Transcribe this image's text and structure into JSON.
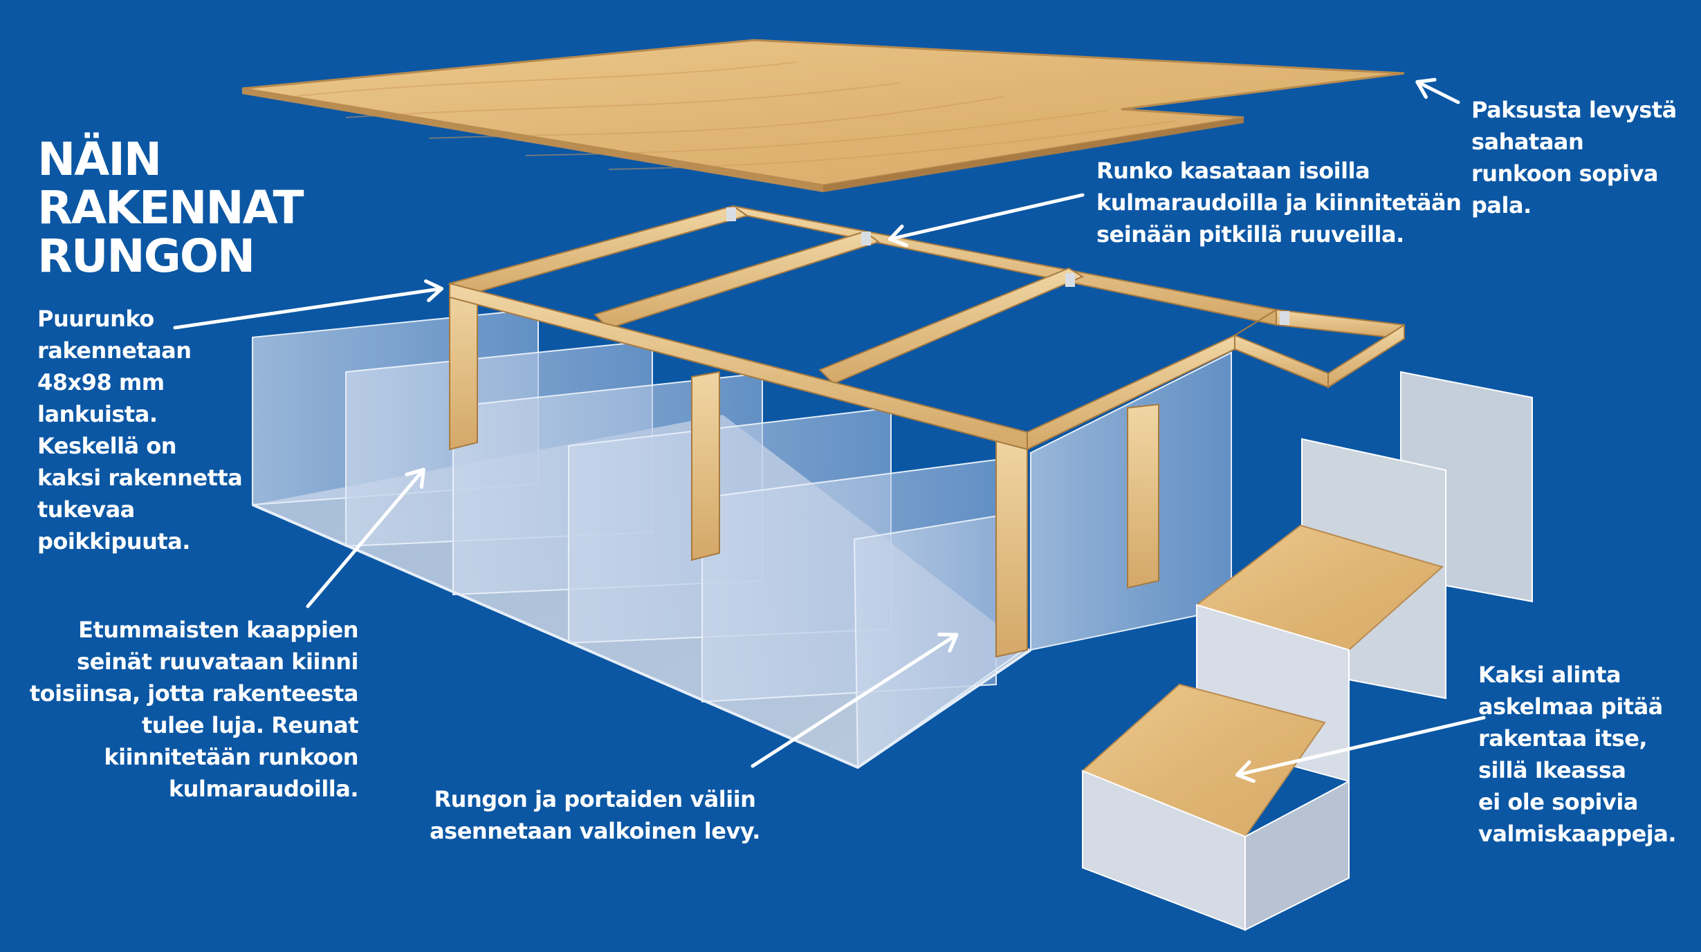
{
  "title": {
    "lines": [
      "NÄIN",
      "RAKENNAT",
      "RUNGON"
    ]
  },
  "callouts": {
    "paksusta": [
      "Paksusta levystä",
      "sahataan",
      "runkoon sopiva",
      "pala."
    ],
    "runko_kasataan": [
      "Runko kasataan isoilla",
      "kulmaraudoilla ja kiinnitetään",
      "seinään pitkillä ruuveilla."
    ],
    "puurunko": [
      "Puurunko",
      "rakennetaan",
      "48x98 mm",
      "lankuista.",
      "Keskellä on",
      "kaksi rakennetta",
      "tukevaa",
      "poikkipuuta."
    ],
    "etummaisten": [
      "Etummaisten kaappien",
      "seinät ruuvataan kiinni",
      "toisiinsa, jotta rakenteesta",
      "tulee luja. Reunat",
      "kiinnitetään runkoon",
      "kulmaraudoilla."
    ],
    "rungon_ja": [
      "Rungon ja portaiden väliin",
      "asennetaan valkoinen levy."
    ],
    "kaksi_alinta": [
      "Kaksi alinta",
      "askelmaa pitää",
      "rakentaa itse,",
      "sillä Ikeassa",
      "ei ole sopivia",
      "valmiskaappeja."
    ]
  },
  "colors": {
    "background": "#0b57a4",
    "wood": "#e2bd7e",
    "wood_dark": "#c89a5a",
    "panel": "#c9d3e0",
    "arrow": "#ffffff"
  }
}
